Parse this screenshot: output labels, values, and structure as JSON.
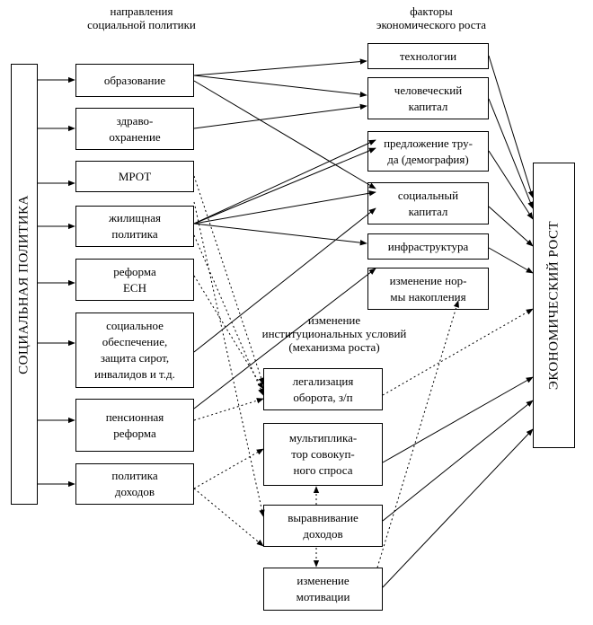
{
  "headers": {
    "directions": "направления\nсоциальной политики",
    "factors": "факторы\nэкономического роста"
  },
  "left_pillar": "СОЦИАЛЬНАЯ ПОЛИТИКА",
  "right_pillar": "ЭКОНОМИЧЕСКИЙ РОСТ",
  "directions": [
    "образование",
    "здраво-\nохранение",
    "МРОТ",
    "жилищная\nполитика",
    "реформа\nЕСН",
    "социальное\nобеспечение,\nзащита сирот,\nинвалидов и т.д.",
    "пенсионная\nреформа",
    "политика\nдоходов"
  ],
  "factors": [
    "технологии",
    "человеческий\nкапитал",
    "предложение тру-\nда (демография)",
    "социальный\nкапитал",
    "инфраструктура",
    "изменение нор-\nмы накопления"
  ],
  "institutional_label": "изменение\nинституциональных условий\n(механизма роста)",
  "institutional": [
    "легализация\nоборота, з/п",
    "мультиплика-\nтор совокуп-\nного спроса",
    "выравнивание\nдоходов",
    "изменение\nмотивации"
  ]
}
